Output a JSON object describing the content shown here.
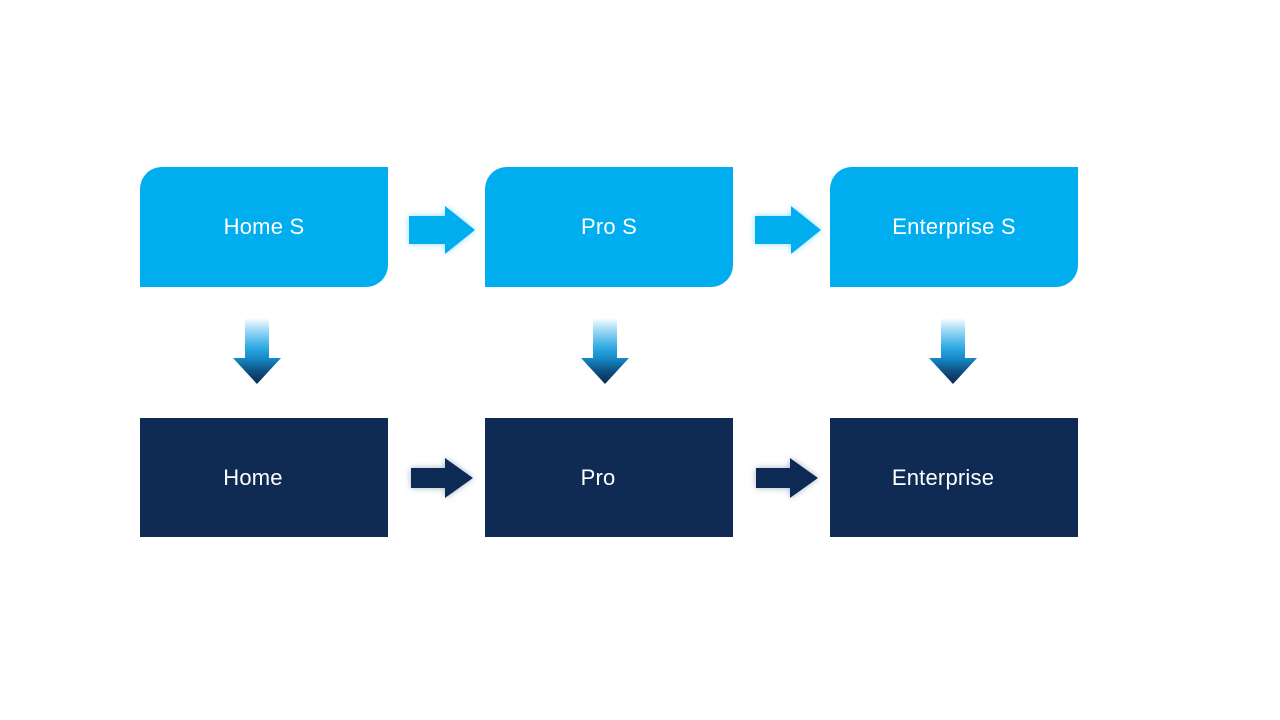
{
  "diagram": {
    "type": "flow",
    "colors": {
      "canvas-bg": "#FFFFFF",
      "light-blue": "#00AEEF",
      "navy": "#0F2B54",
      "label-text": "#FFFFFF",
      "light-arrow-glow": "#8FDBF8",
      "dark-arrow-glow": "#9FAEC4",
      "down-arrow-gradient-top": "#FFFFFF",
      "down-arrow-gradient-mid": "#2FA9E3",
      "down-arrow-gradient-bottom": "#0C2750"
    },
    "top_row": [
      {
        "id": "home-s",
        "label": "Home S"
      },
      {
        "id": "pro-s",
        "label": "Pro S"
      },
      {
        "id": "enterprise-s",
        "label": "Enterprise S"
      }
    ],
    "bottom_row": [
      {
        "id": "home",
        "label": "Home"
      },
      {
        "id": "pro",
        "label": "Pro"
      },
      {
        "id": "enterprise",
        "label": "Enterprise"
      }
    ],
    "connections": {
      "top_horizontal": [
        "Home S → Pro S",
        "Pro S → Enterprise S"
      ],
      "bottom_horizontal": [
        "Home → Pro",
        "Pro → Enterprise"
      ],
      "vertical": [
        "Home S → Home",
        "Pro S → Pro",
        "Enterprise S → Enterprise"
      ]
    },
    "icons": {
      "right_arrow": "right-arrow-icon",
      "down_arrow": "down-arrow-icon"
    }
  }
}
